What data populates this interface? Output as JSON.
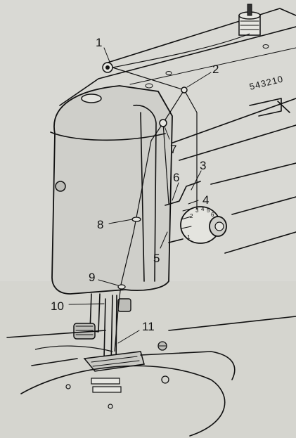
{
  "figure": {
    "stitch_scale": "543210",
    "dial_numbers": [
      "1",
      "2",
      "3",
      "4",
      "5",
      "6"
    ],
    "callouts": [
      "1",
      "2",
      "3",
      "4",
      "5",
      "6",
      "7",
      "8",
      "9",
      "10",
      "11"
    ]
  }
}
